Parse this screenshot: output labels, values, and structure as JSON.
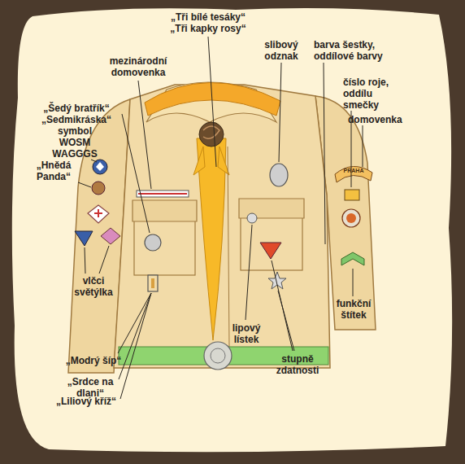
{
  "diagram": {
    "labels": [
      "„Tři bílé tesáky“",
      "„Tři kapky rosy“",
      "mezinárodní domovenka",
      "slibový odznak",
      "barva šestky, oddílové barvy",
      "číslo roje, oddílu smečky",
      "domovenka",
      "PRAHA",
      "„Šedý bratřík“",
      "„Sedmikráska“",
      "symbol WOSM WAGGGS",
      "„Hnědá Panda“",
      "vlčci světýlka",
      "funkční štítek",
      "lipový lístek",
      "„Modrý šíp“",
      "stupně zdatnosti",
      "„Srdce na dlani“",
      "„Liliový kříž“"
    ]
  }
}
